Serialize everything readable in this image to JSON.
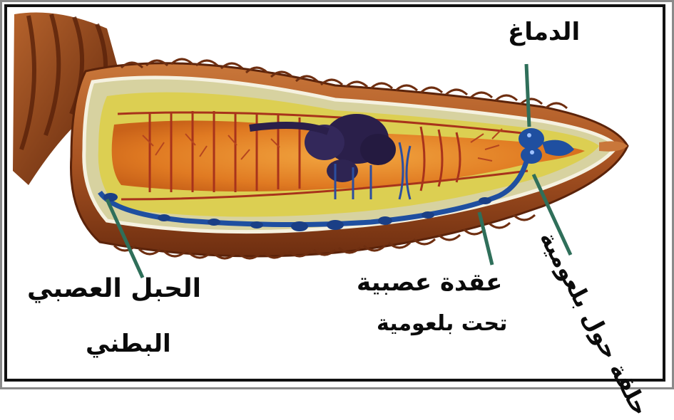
{
  "labels": {
    "brain": "الدماغ",
    "ventral_cord_line1": "الحبل العصبي",
    "ventral_cord_line2": "البطني",
    "ganglion_line1": "عقدة عصبية",
    "ganglion_line2": "تحت بلعومية",
    "pharyngeal_ring": "حلقة حول بلعومية"
  },
  "colors": {
    "worm_skin": "#b8642e",
    "worm_segment_dark": "#7a3512",
    "gut_orange": "#e98a2a",
    "gut_yellow": "#e5d64a",
    "nerve_blue": "#1f4fa0",
    "pointer_green": "#2f6f5a",
    "dark_mass": "#2a1f4a"
  }
}
